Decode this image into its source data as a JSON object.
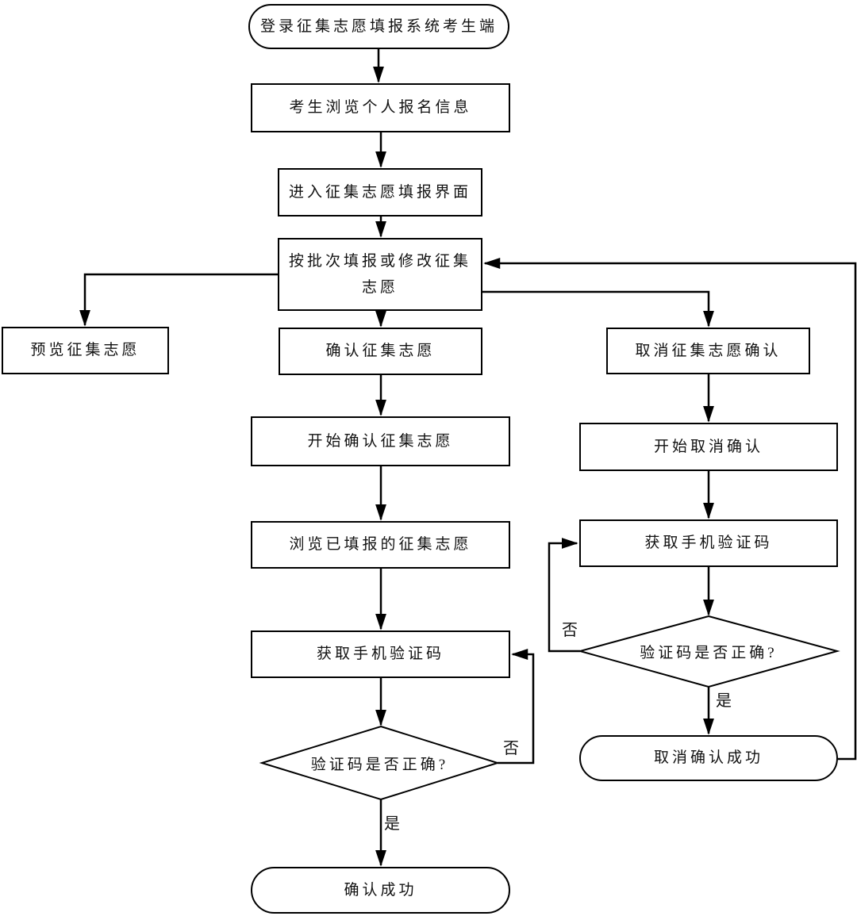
{
  "diagram": {
    "type": "flowchart",
    "language": "zh-CN",
    "colors": {
      "stroke": "#000000",
      "node_fill": "#ffffff",
      "text": "#111111",
      "background": "#ffffff"
    },
    "nodes": {
      "login": {
        "label": "登录征集志愿填报系统考生端",
        "shape": "terminator"
      },
      "browse_info": {
        "label": "考生浏览个人报名信息",
        "shape": "process"
      },
      "enter_page": {
        "label": "进入征集志愿填报界面",
        "shape": "process"
      },
      "batch_fill": {
        "label": "按批次填报或修改征集志愿",
        "shape": "process"
      },
      "preview": {
        "label": "预览征集志愿",
        "shape": "process"
      },
      "confirm": {
        "label": "确认征集志愿",
        "shape": "process"
      },
      "cancel_confirm": {
        "label": "取消征集志愿确认",
        "shape": "process"
      },
      "start_confirm": {
        "label": "开始确认征集志愿",
        "shape": "process"
      },
      "start_cancel": {
        "label": "开始取消确认",
        "shape": "process"
      },
      "browse_filled": {
        "label": "浏览已填报的征集志愿",
        "shape": "process"
      },
      "get_code_mid": {
        "label": "获取手机验证码",
        "shape": "process"
      },
      "check_code_mid": {
        "label": "验证码是否正确?",
        "shape": "decision"
      },
      "success": {
        "label": "确认成功",
        "shape": "terminator"
      },
      "get_code_right": {
        "label": "获取手机验证码",
        "shape": "process"
      },
      "check_code_right": {
        "label": "验证码是否正确?",
        "shape": "decision"
      },
      "cancel_success": {
        "label": "取消确认成功",
        "shape": "terminator"
      }
    },
    "edge_labels": {
      "yes": "是",
      "no": "否"
    },
    "edges": [
      {
        "from": "login",
        "to": "browse_info"
      },
      {
        "from": "browse_info",
        "to": "enter_page"
      },
      {
        "from": "enter_page",
        "to": "batch_fill"
      },
      {
        "from": "batch_fill",
        "to": "preview"
      },
      {
        "from": "batch_fill",
        "to": "confirm"
      },
      {
        "from": "batch_fill",
        "to": "cancel_confirm"
      },
      {
        "from": "confirm",
        "to": "start_confirm"
      },
      {
        "from": "start_confirm",
        "to": "browse_filled"
      },
      {
        "from": "browse_filled",
        "to": "get_code_mid"
      },
      {
        "from": "get_code_mid",
        "to": "check_code_mid"
      },
      {
        "from": "check_code_mid",
        "to": "success",
        "label": "是"
      },
      {
        "from": "check_code_mid",
        "to": "get_code_mid",
        "label": "否"
      },
      {
        "from": "cancel_confirm",
        "to": "start_cancel"
      },
      {
        "from": "start_cancel",
        "to": "get_code_right"
      },
      {
        "from": "get_code_right",
        "to": "check_code_right"
      },
      {
        "from": "check_code_right",
        "to": "cancel_success",
        "label": "是"
      },
      {
        "from": "check_code_right",
        "to": "get_code_right",
        "label": "否"
      },
      {
        "from": "cancel_success",
        "to": "batch_fill"
      }
    ]
  }
}
